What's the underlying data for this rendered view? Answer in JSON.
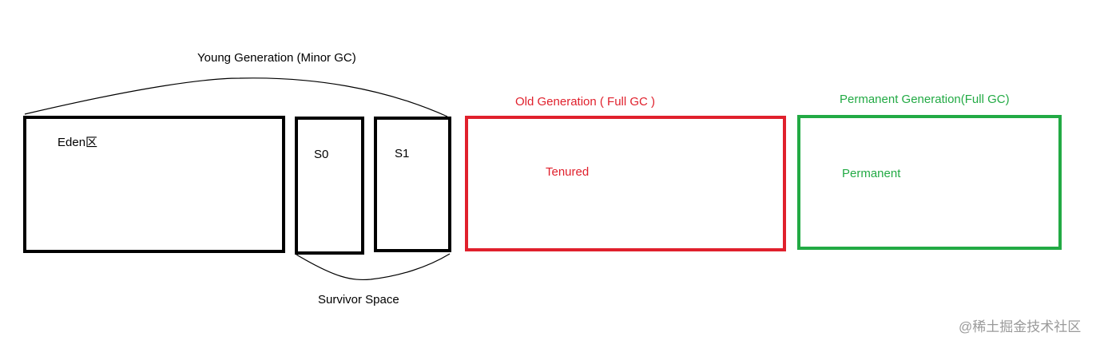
{
  "young": {
    "title": "Young Generation (Minor GC)",
    "eden_label": "Eden区",
    "s0_label": "S0",
    "s1_label": "S1",
    "survivor_title": "Survivor Space"
  },
  "old": {
    "title": "Old Generation ( Full GC )",
    "tenured_label": "Tenured"
  },
  "permanent": {
    "title": "Permanent Generation(Full GC)",
    "permanent_label": "Permanent"
  },
  "watermark": "@稀土掘金技术社区",
  "colors": {
    "young": "#000000",
    "old": "#e0202c",
    "permanent": "#22aa44",
    "watermark": "#9a9a9a"
  }
}
